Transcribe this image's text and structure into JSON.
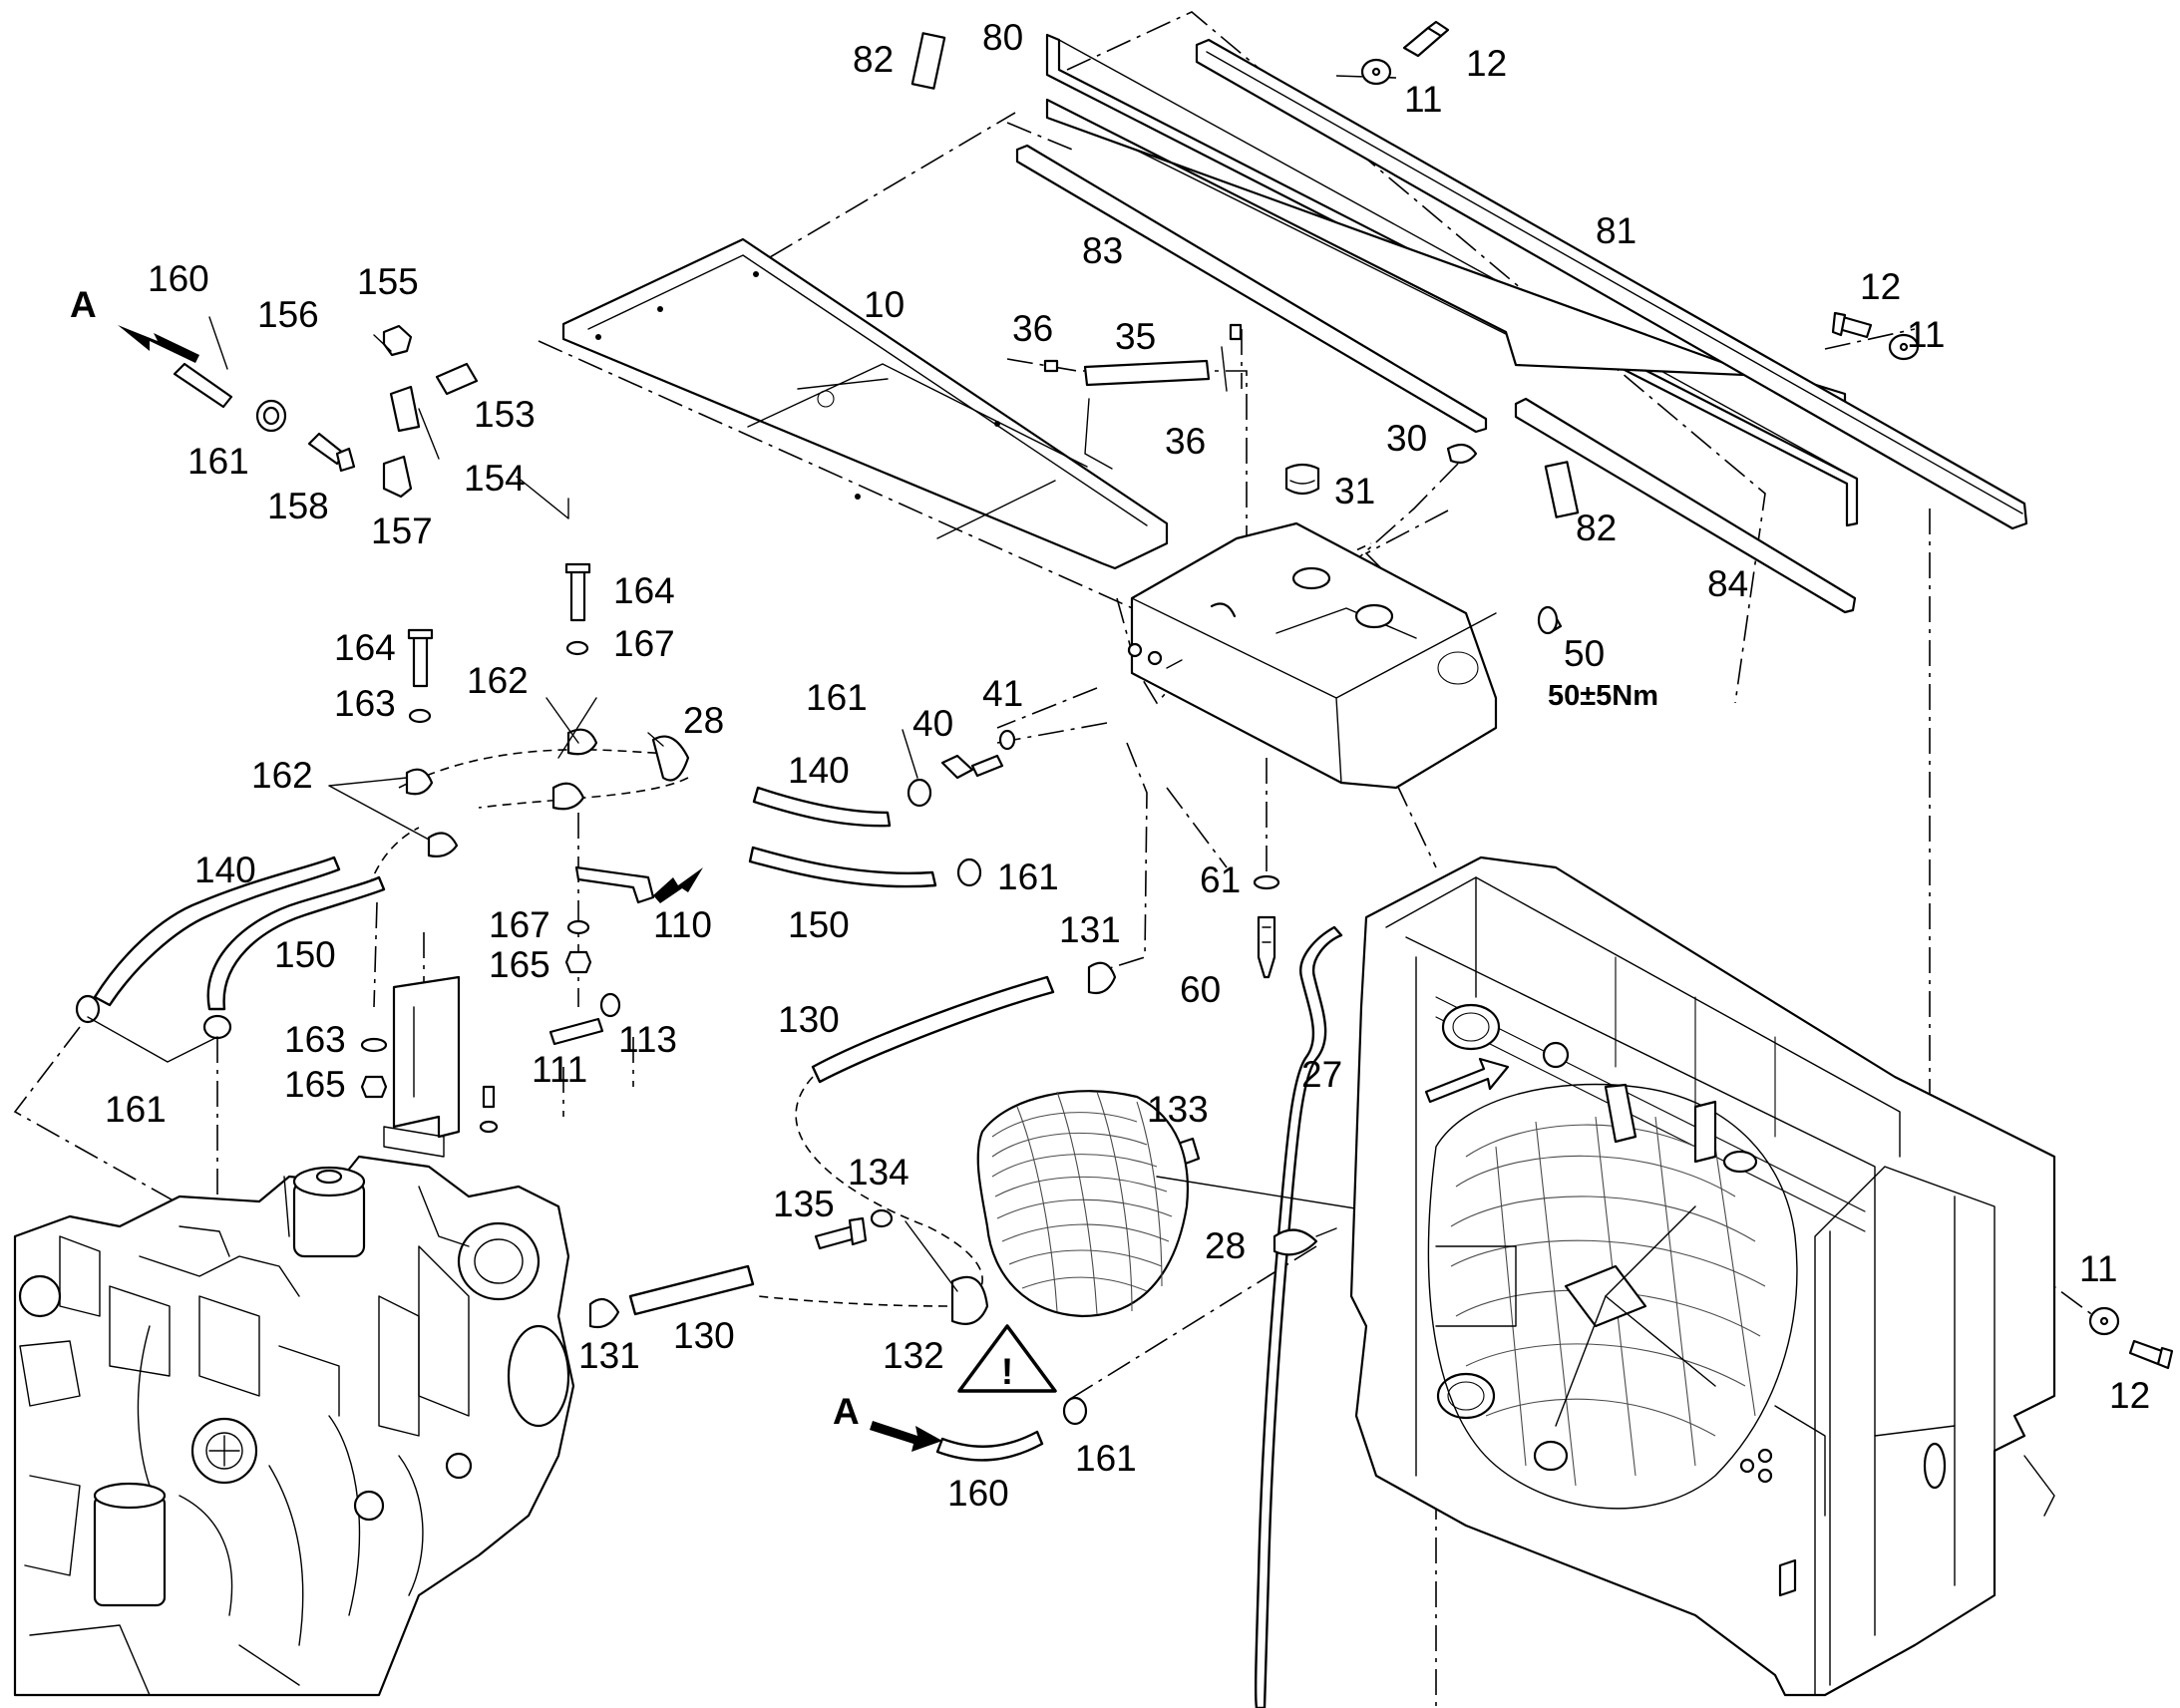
{
  "callouts": [
    {
      "id": "c80",
      "text": "80"
    },
    {
      "id": "c82a",
      "text": "82"
    },
    {
      "id": "c12a",
      "text": "12"
    },
    {
      "id": "c11a",
      "text": "11"
    },
    {
      "id": "c81",
      "text": "81"
    },
    {
      "id": "c83",
      "text": "83"
    },
    {
      "id": "c12b",
      "text": "12"
    },
    {
      "id": "c11b",
      "text": "11"
    },
    {
      "id": "c10",
      "text": "10"
    },
    {
      "id": "c36a",
      "text": "36"
    },
    {
      "id": "c35",
      "text": "35"
    },
    {
      "id": "c36b",
      "text": "36"
    },
    {
      "id": "c30",
      "text": "30"
    },
    {
      "id": "c31",
      "text": "31"
    },
    {
      "id": "c82b",
      "text": "82"
    },
    {
      "id": "c84",
      "text": "84"
    },
    {
      "id": "c50",
      "text": "50"
    },
    {
      "id": "c160a",
      "text": "160"
    },
    {
      "id": "c155",
      "text": "155"
    },
    {
      "id": "c156",
      "text": "156"
    },
    {
      "id": "c153",
      "text": "153"
    },
    {
      "id": "c161a",
      "text": "161"
    },
    {
      "id": "c154",
      "text": "154"
    },
    {
      "id": "c158",
      "text": "158"
    },
    {
      "id": "c157",
      "text": "157"
    },
    {
      "id": "c164a",
      "text": "164"
    },
    {
      "id": "c167a",
      "text": "167"
    },
    {
      "id": "c164b",
      "text": "164"
    },
    {
      "id": "c163a",
      "text": "163"
    },
    {
      "id": "c162a",
      "text": "162"
    },
    {
      "id": "c28a",
      "text": "28"
    },
    {
      "id": "c162b",
      "text": "162"
    },
    {
      "id": "c161b",
      "text": "161"
    },
    {
      "id": "c40",
      "text": "40"
    },
    {
      "id": "c41",
      "text": "41"
    },
    {
      "id": "c140a",
      "text": "140"
    },
    {
      "id": "c140b",
      "text": "140"
    },
    {
      "id": "c161c",
      "text": "161"
    },
    {
      "id": "c150a",
      "text": "150"
    },
    {
      "id": "c167b",
      "text": "167"
    },
    {
      "id": "c110",
      "text": "110"
    },
    {
      "id": "c165a",
      "text": "165"
    },
    {
      "id": "c150b",
      "text": "150"
    },
    {
      "id": "c131a",
      "text": "131"
    },
    {
      "id": "c61",
      "text": "61"
    },
    {
      "id": "c60",
      "text": "60"
    },
    {
      "id": "c111",
      "text": "111"
    },
    {
      "id": "c113",
      "text": "113"
    },
    {
      "id": "c130a",
      "text": "130"
    },
    {
      "id": "c163b",
      "text": "163"
    },
    {
      "id": "c165b",
      "text": "165"
    },
    {
      "id": "c161d",
      "text": "161"
    },
    {
      "id": "c27",
      "text": "27"
    },
    {
      "id": "c133",
      "text": "133"
    },
    {
      "id": "c134",
      "text": "134"
    },
    {
      "id": "c135",
      "text": "135"
    },
    {
      "id": "c28b",
      "text": "28"
    },
    {
      "id": "c11c",
      "text": "11"
    },
    {
      "id": "c131b",
      "text": "131"
    },
    {
      "id": "c130b",
      "text": "130"
    },
    {
      "id": "c132",
      "text": "132"
    },
    {
      "id": "c12c",
      "text": "12"
    },
    {
      "id": "c160b",
      "text": "160"
    },
    {
      "id": "c161e",
      "text": "161"
    }
  ],
  "refs": {
    "a_top": "A",
    "a_bottom": "A"
  },
  "torque_note": "50±5Nm",
  "warning_symbol": "!"
}
